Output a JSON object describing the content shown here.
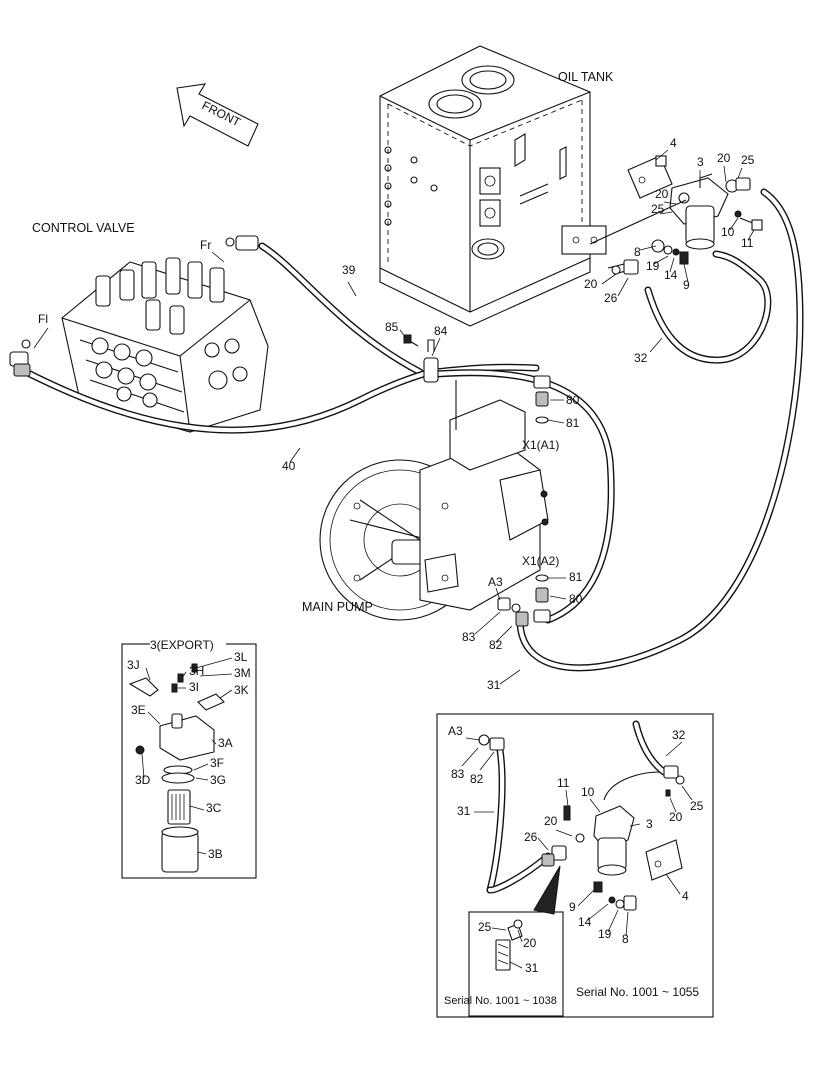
{
  "titles": {
    "oil_tank": "OIL TANK",
    "control_valve": "CONTROL VALVE",
    "main_pump": "MAIN PUMP",
    "front": "FRONT",
    "export_box": "3(EXPORT)",
    "serial_main": "Serial No. 1001 ~ 1055",
    "serial_inset": "Serial No. 1001 ~ 1038"
  },
  "callouts": {
    "fr": "Fr",
    "fl": "Fl",
    "n4": "4",
    "n3": "3",
    "n20a": "20",
    "n25a": "25",
    "n20b": "20",
    "n25b": "25",
    "n10": "10",
    "n11": "11",
    "n8": "8",
    "n19": "19",
    "n14": "14",
    "n9": "9",
    "n20c": "20",
    "n26": "26",
    "n32": "32",
    "n39": "39",
    "n85": "85",
    "n84": "84",
    "n80a": "80",
    "n81a": "81",
    "x1a1": "X1(A1)",
    "x1a2": "X1(A2)",
    "n81b": "81",
    "n80b": "80",
    "a3": "A3",
    "n83": "83",
    "n82": "82",
    "n31": "31",
    "n40": "40"
  },
  "export_box": {
    "n3j": "3J",
    "n3h": "3H",
    "n3l": "3L",
    "n3m": "3M",
    "n3i": "3I",
    "n3k": "3K",
    "n3e": "3E",
    "n3a": "3A",
    "n3d": "3D",
    "n3f": "3F",
    "n3g": "3G",
    "n3c": "3C",
    "n3b": "3B"
  },
  "detail_box": {
    "a3": "A3",
    "n83": "83",
    "n82": "82",
    "n32": "32",
    "n25": "25",
    "n20a": "20",
    "n11": "11",
    "n10": "10",
    "n3": "3",
    "n20b": "20",
    "n26": "26",
    "n31": "31",
    "n4": "4",
    "n9": "9",
    "n14": "14",
    "n19": "19",
    "n8": "8",
    "inset_25": "25",
    "inset_20": "20",
    "inset_31": "31"
  }
}
